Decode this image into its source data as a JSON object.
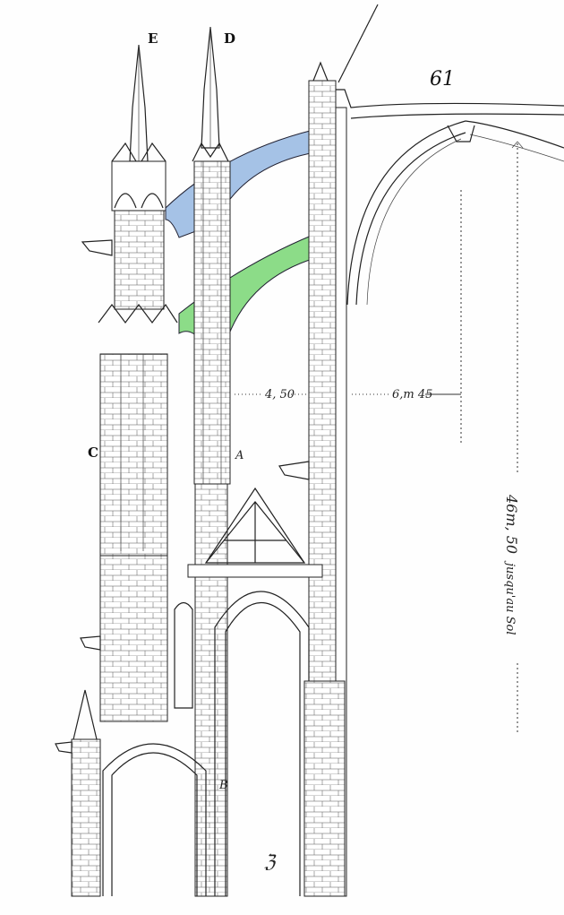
{
  "plate": {
    "page_number": "61",
    "labels": {
      "E": "E",
      "D": "D",
      "C": "C",
      "A": "A",
      "B": "B"
    },
    "dimensions": {
      "span_1": "4, 50",
      "span_2": "6,m 45",
      "height": "46m, 50",
      "height_note": "jusqu'au Sol"
    },
    "signature": "ℨ",
    "colors": {
      "upper_flying_buttress": "#7fa8dc",
      "lower_flying_buttress": "#6fd36a",
      "ink": "#222222"
    }
  }
}
